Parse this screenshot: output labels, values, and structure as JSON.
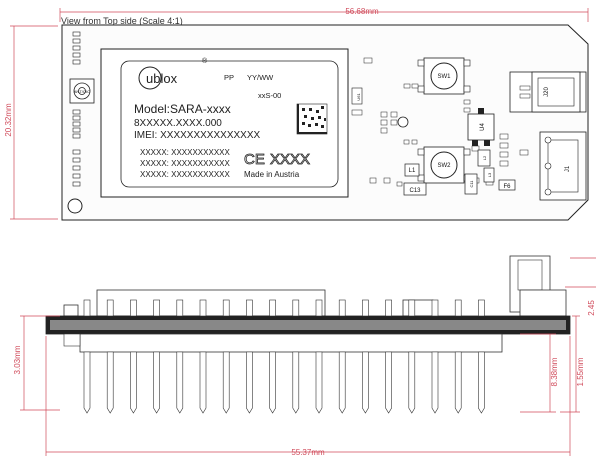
{
  "view_label": "View from Top side (Scale 4:1)",
  "dimensions": {
    "top_width": "56.68mm",
    "top_height": "20.32mm",
    "side_height": "3.03mm",
    "pin_length": "8.38mm",
    "header_height": "1.55mm",
    "bottom_width": "55.37mm",
    "right_partial": "2.45"
  },
  "module": {
    "brand": "ublox",
    "registered": "®",
    "pp": "PP",
    "date_code": "YY/WW",
    "revision": "xxS-00",
    "model": "Model:SARA-xxxx",
    "serial": "8XXXXX.XXXX.000",
    "imei": "IMEI: XXXXXXXXXXXXXXX",
    "line1": "XXXXX: XXXXXXXXXXX",
    "line2": "XXXXX: XXXXXXXXXXX",
    "line3": "XXXXX: XXXXXXXXXXX",
    "ce": "CE",
    "code": "XXXX",
    "made_in": "Made in Austria"
  },
  "components": {
    "antenna": "ANT/OIO",
    "sw1": "SW1",
    "sw2": "SW2",
    "j20": "J20",
    "j1": "J1",
    "u4": "U4",
    "u61": "U61",
    "l1": "L1",
    "c13": "C13",
    "c11": "C11",
    "f6": "F6",
    "l2": "L2",
    "l3": "L3"
  }
}
